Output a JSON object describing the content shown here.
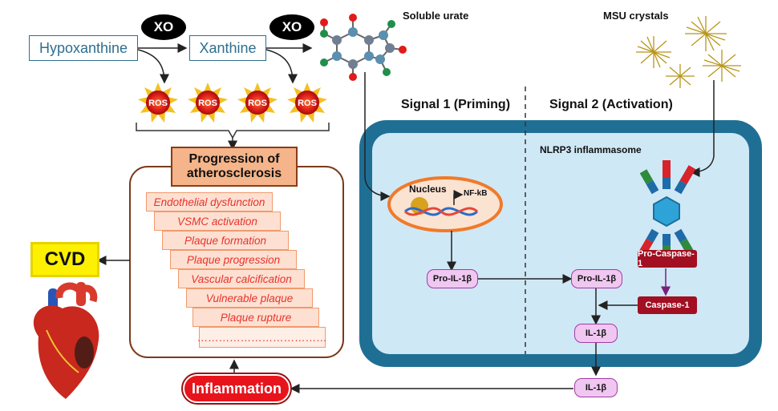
{
  "metabolites": {
    "hypoxanthine": "Hypoxanthine",
    "xanthine": "Xanthine"
  },
  "enzyme": {
    "xo1": "XO",
    "xo2": "XO"
  },
  "ros_label": "ROS",
  "labels": {
    "soluble_urate": "Soluble urate",
    "msu_crystals": "MSU crystals"
  },
  "progression": {
    "title_line1": "Progression of",
    "title_line2": "atherosclerosis"
  },
  "stages": [
    "Endothelial dysfunction",
    "VSMC activation",
    "Plaque formation",
    "Plaque progression",
    "Vascular calcification",
    "Vulnerable plaque",
    "Plaque rupture",
    "………………………………"
  ],
  "cvd": "CVD",
  "inflammation": "Inflammation",
  "signals": {
    "signal1": "Signal 1 (Priming)",
    "signal2": "Signal 2 (Activation)"
  },
  "cell": {
    "nlrp3": "NLRP3 inflammasome",
    "nucleus": "Nucleus",
    "nfkb": "NF-kB"
  },
  "proteins": {
    "pro_il1b_left": "Pro-IL-1β",
    "pro_il1b_right": "Pro-IL-1β",
    "pro_caspase": "Pro-Caspase-1",
    "caspase": "Caspase-1",
    "il1b_inner": "IL-1β",
    "il1b_outer": "IL-1β"
  },
  "colors": {
    "cell_outer": "#1f6f95",
    "cell_inner": "#cfe8f6",
    "cvd_bg": "#fdf100",
    "inflammation_bg": "#e8141c",
    "progression_bg": "#f5b489",
    "caspase": "#a20f22"
  }
}
